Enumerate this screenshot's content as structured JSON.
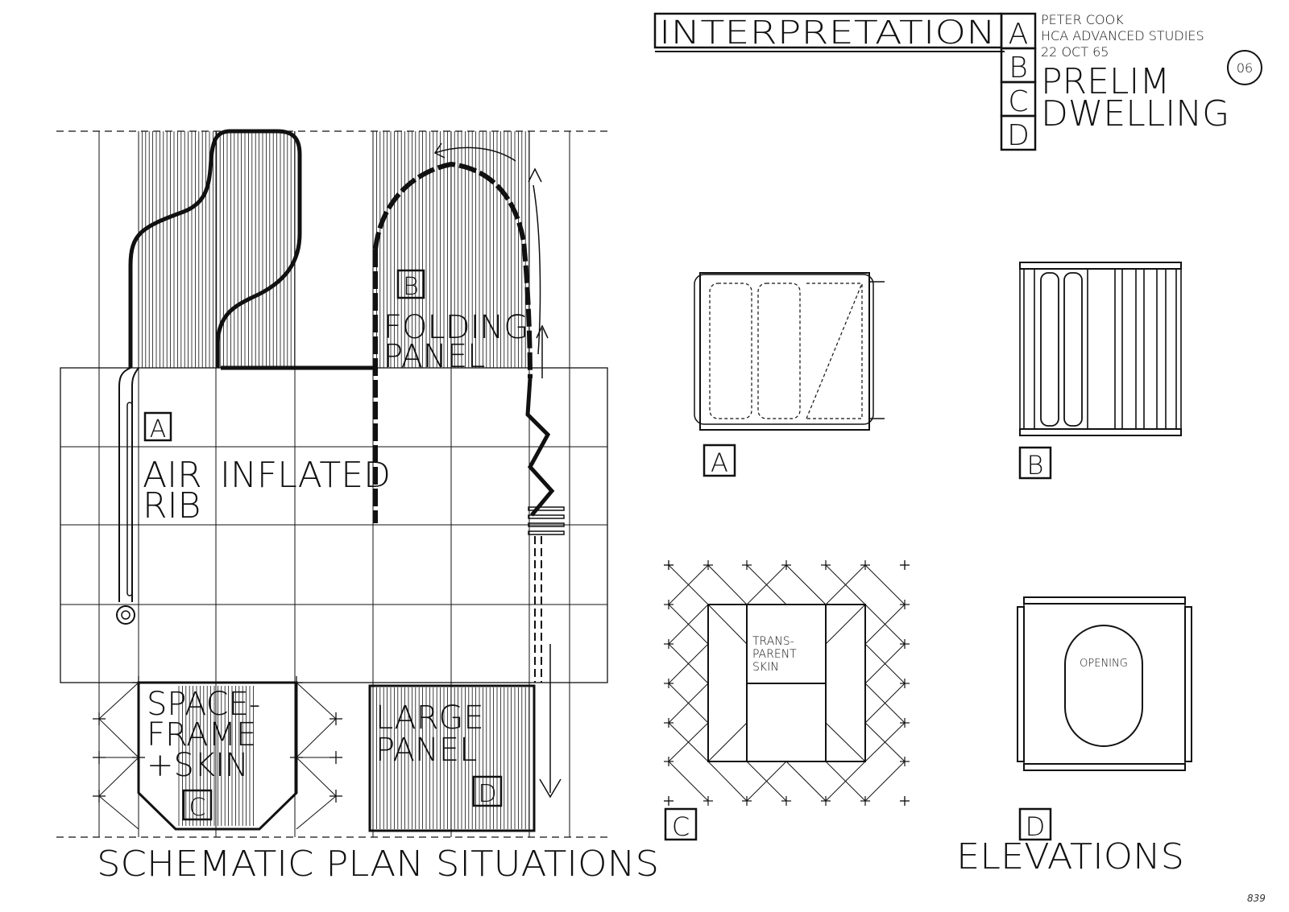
{
  "title_block": {
    "heading": "INTERPRETATION",
    "letters": [
      "A",
      "B",
      "C",
      "D"
    ],
    "author": "PETER COOK",
    "institution": "HCA ADVANCED STUDIES",
    "date": "22 OCT  65",
    "title_line1": "PRELIM",
    "title_line2": "DWELLING",
    "sheet_number": "06"
  },
  "plan": {
    "caption": "SCHEMATIC PLAN SITUATIONS",
    "a_letter": "A",
    "a_line1": "AIR",
    "a_inflated": "INFLATED",
    "a_line2": "RIB",
    "b_letter": "B",
    "b_line1": "FOLDING",
    "b_line2": "PANEL",
    "c_letter": "C",
    "c_line1": "SPACE-",
    "c_line2": "FRAME",
    "c_line3": "+SKIN",
    "d_letter": "D",
    "d_line1": "LARGE",
    "d_line2": "PANEL"
  },
  "elevations": {
    "caption": "ELEVATIONS",
    "a_letter": "A",
    "b_letter": "B",
    "c_letter": "C",
    "d_letter": "D",
    "c_note_line1": "TRANS-",
    "c_note_line2": "PARENT",
    "c_note_line3": "SKIN",
    "d_note": "OPENING"
  },
  "archive_number": "839"
}
